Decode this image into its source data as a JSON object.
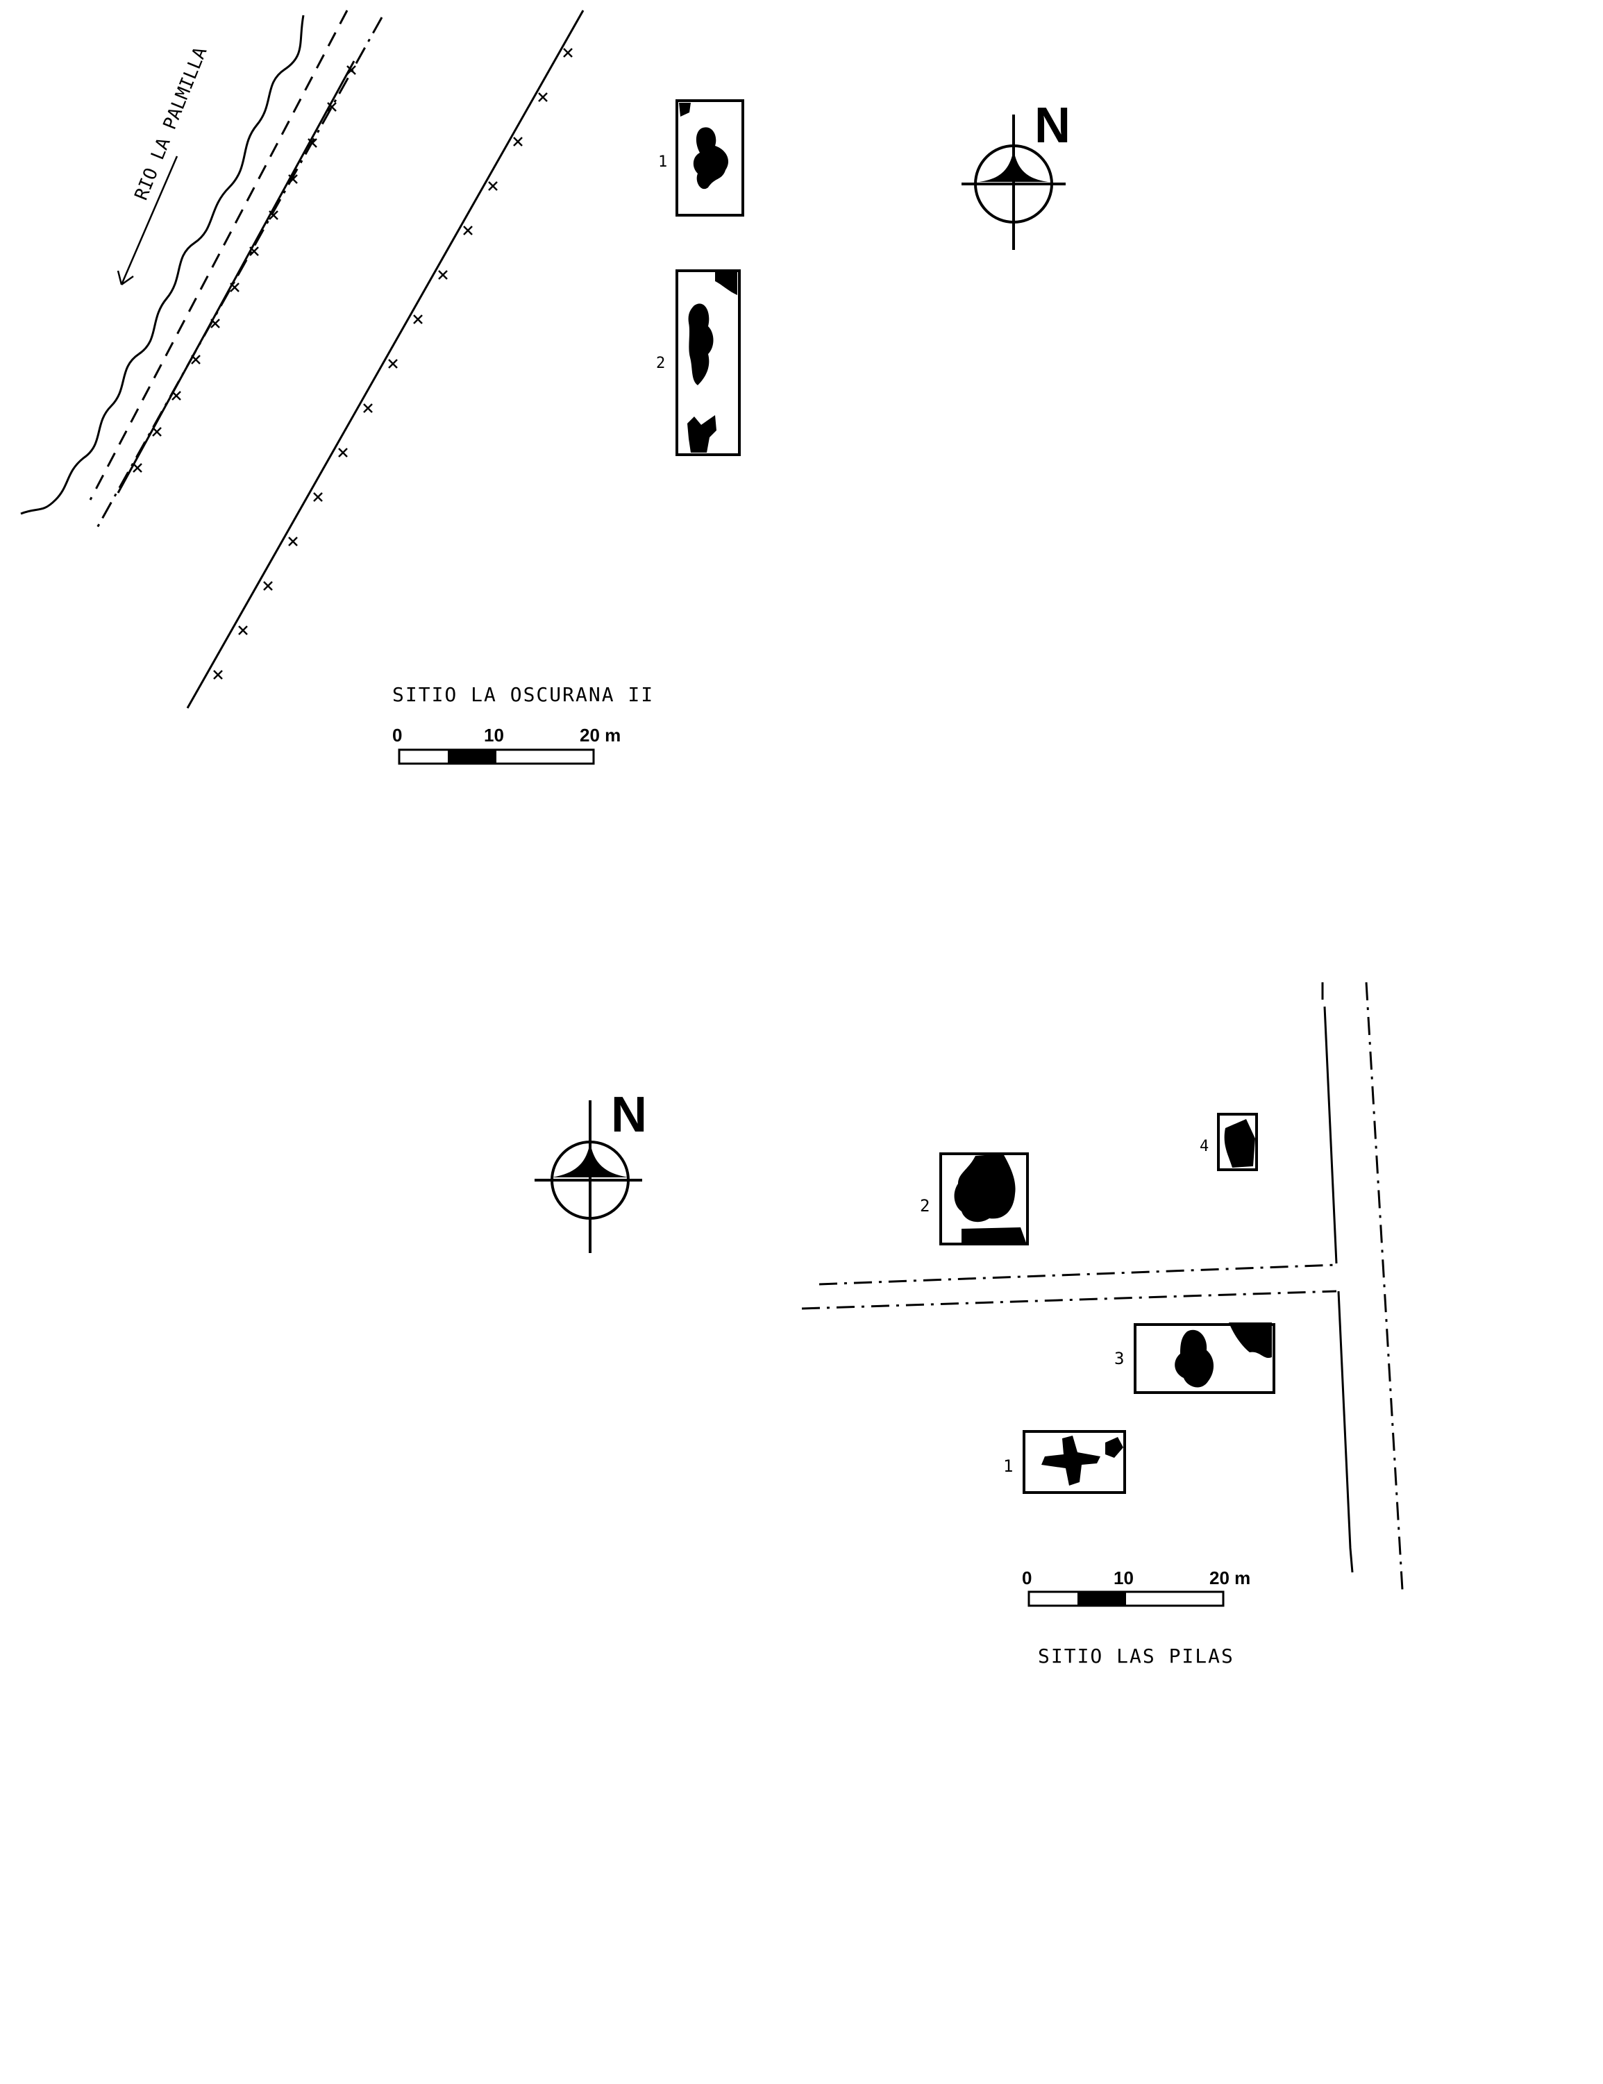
{
  "map_top": {
    "river_label": "RIO LA PALMILLA",
    "north_label": "N",
    "site_title": "SITIO LA OSCURANA II",
    "scale": {
      "start": "0",
      "mid": "10",
      "end": "20 m"
    },
    "units": [
      {
        "label": "1"
      },
      {
        "label": "2"
      }
    ]
  },
  "map_bottom": {
    "north_label": "N",
    "site_title": "SITIO LAS PILAS",
    "scale": {
      "start": "0",
      "mid": "10",
      "end": "20 m"
    },
    "units": [
      {
        "label": "1"
      },
      {
        "label": "2"
      },
      {
        "label": "3"
      },
      {
        "label": "4"
      }
    ]
  }
}
